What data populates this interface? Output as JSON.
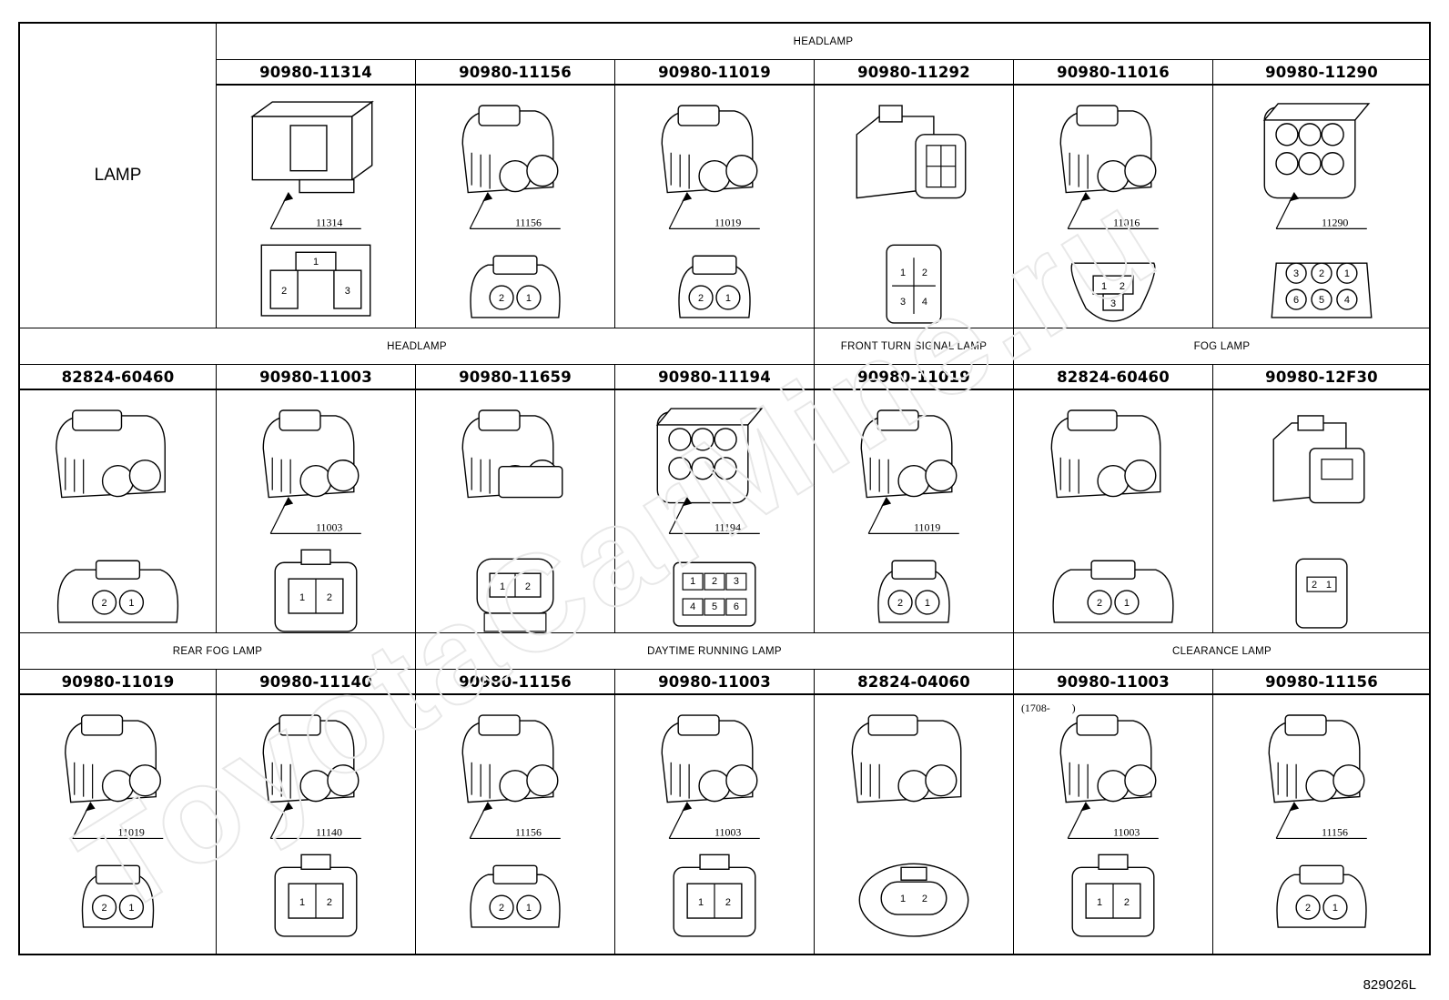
{
  "lamp_label": "LAMP",
  "footer_code": "829026L",
  "watermark": "ToyotaCarMine.ru",
  "rows": [
    {
      "groups": [
        {
          "title": "HEADLAMP",
          "start": 1,
          "span": 6
        }
      ],
      "cells": [
        {
          "part": "90980-11314",
          "callout": "11314",
          "style": "block3",
          "pins": [
            "1",
            "2",
            "3"
          ]
        },
        {
          "part": "90980-11156",
          "callout": "11156",
          "style": "round2",
          "pins": [
            "2",
            "1"
          ]
        },
        {
          "part": "90980-11019",
          "callout": "11019",
          "style": "small2",
          "pins": [
            "2",
            "1"
          ]
        },
        {
          "part": "90980-11292",
          "callout": "",
          "style": "quad4",
          "pins": [
            "1",
            "2",
            "3",
            "4"
          ]
        },
        {
          "part": "90980-11016",
          "callout": "11016",
          "style": "tri3",
          "pins": [
            "1",
            "2",
            "3"
          ]
        },
        {
          "part": "90980-11290",
          "callout": "11290",
          "style": "hex6",
          "pins": [
            "3",
            "2",
            "1",
            "6",
            "5",
            "4"
          ]
        }
      ]
    },
    {
      "groups": [
        {
          "title": "HEADLAMP",
          "start": 0,
          "span": 4
        },
        {
          "title": "FRONT TURN SIGNAL LAMP",
          "start": 4,
          "span": 1
        },
        {
          "title": "FOG LAMP",
          "start": 5,
          "span": 2
        }
      ],
      "cells": [
        {
          "part": "82824-60460",
          "callout": "",
          "style": "wide2",
          "pins": [
            "2",
            "1"
          ]
        },
        {
          "part": "90980-11003",
          "callout": "11003",
          "style": "box2",
          "pins": [
            "1",
            "2"
          ]
        },
        {
          "part": "90980-11659",
          "callout": "",
          "style": "clip2",
          "pins": [
            "1",
            "2"
          ]
        },
        {
          "part": "90980-11194",
          "callout": "11194",
          "style": "grid6",
          "pins": [
            "1",
            "2",
            "3",
            "4",
            "5",
            "6"
          ]
        },
        {
          "part": "90980-11019",
          "callout": "11019",
          "style": "small2",
          "pins": [
            "2",
            "1"
          ]
        },
        {
          "part": "82824-60460",
          "callout": "",
          "style": "wide2",
          "pins": [
            "2",
            "1"
          ]
        },
        {
          "part": "90980-12F30",
          "callout": "",
          "style": "mini2",
          "pins": [
            "2",
            "1"
          ]
        }
      ]
    },
    {
      "groups": [
        {
          "title": "REAR FOG LAMP",
          "start": 0,
          "span": 2
        },
        {
          "title": "DAYTIME RUNNING LAMP",
          "start": 2,
          "span": 3
        },
        {
          "title": "CLEARANCE LAMP",
          "start": 5,
          "span": 2
        }
      ],
      "cells": [
        {
          "part": "90980-11019",
          "callout": "11019",
          "style": "small2",
          "pins": [
            "2",
            "1"
          ]
        },
        {
          "part": "90980-11140",
          "callout": "11140",
          "style": "box2",
          "pins": [
            "1",
            "2"
          ]
        },
        {
          "part": "90980-11156",
          "callout": "11156",
          "style": "round2",
          "pins": [
            "2",
            "1"
          ]
        },
        {
          "part": "90980-11003",
          "callout": "11003",
          "style": "box2",
          "pins": [
            "1",
            "2"
          ]
        },
        {
          "part": "82824-04060",
          "callout": "",
          "style": "oval2",
          "pins": [
            "1",
            "2"
          ]
        },
        {
          "part": "90980-11003",
          "callout": "11003",
          "style": "box2",
          "pins": [
            "1",
            "2"
          ],
          "note": "(1708-　　)"
        },
        {
          "part": "90980-11156",
          "callout": "11156",
          "style": "round2",
          "pins": [
            "2",
            "1"
          ]
        }
      ]
    }
  ]
}
